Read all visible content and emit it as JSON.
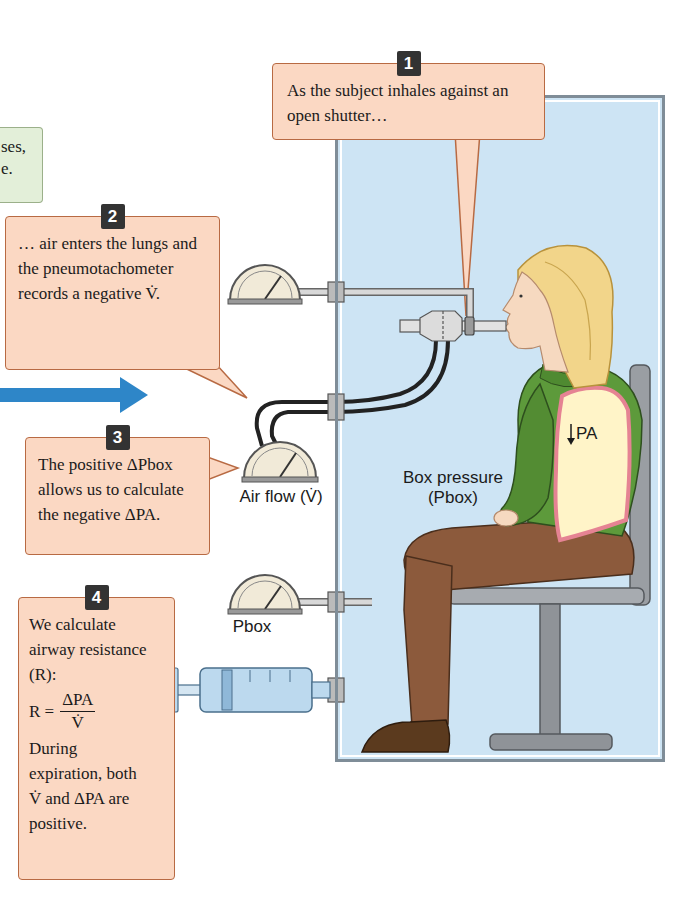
{
  "diagram": {
    "nodes": [
      {
        "text": [
          "ses, e."
        ]
      },
      {
        "text": [
          "1",
          "As the subject inhales against an open shutter…"
        ]
      },
      {
        "text": [
          "2",
          "… air enters the lungs and the pneumotachometer records a negative V̇."
        ]
      },
      {
        "text": [
          "3",
          "The positive ΔPbox allows us to calculate the negative ΔPA."
        ]
      },
      {
        "text": [
          "4",
          "We calculate airway resistance (R):",
          "R =",
          "ΔPA",
          "V̇",
          "During expiration, both V̇ and ΔPA are positive."
        ]
      },
      {
        "text": [
          "Box pressure (Pbox)"
        ]
      }
    ],
    "labels": [
      "Air flow (V̇)",
      "Pbox",
      "PA"
    ]
  }
}
